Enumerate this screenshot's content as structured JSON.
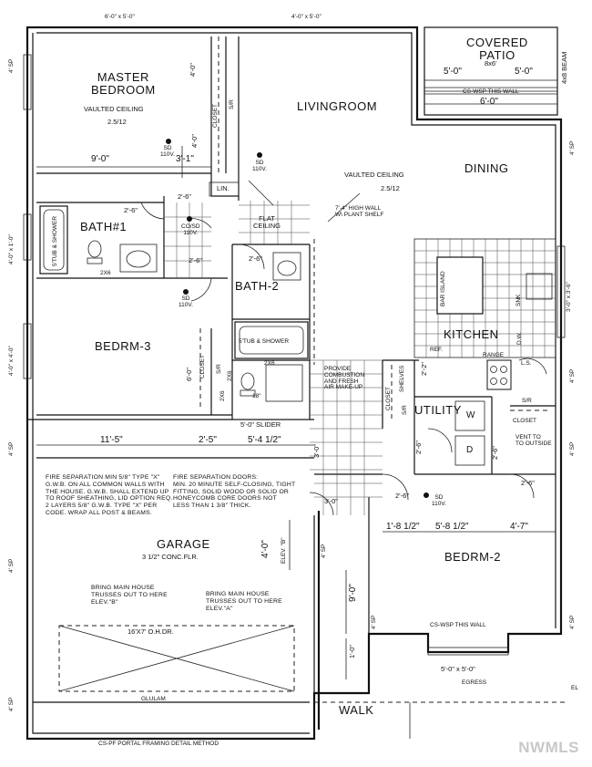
{
  "rooms": {
    "master": "MASTER\nBEDROOM",
    "living": "LIVINGROOM",
    "dining": "DINING",
    "covered_patio": "COVERED\nPATIO",
    "bath1": "BATH#1",
    "bath2": "BATH-2",
    "bedrm3": "BEDRM-3",
    "kitchen": "KITCHEN",
    "utility": "UTILITY",
    "garage": "GARAGE",
    "bedrm2": "BEDRM-2",
    "walk": "WALK"
  },
  "labels": {
    "master_ceiling": "VAULTED CEILING",
    "master_pitch": "2.5/12",
    "living_ceiling": "VAULTED CEILING",
    "living_pitch": "2.5/12",
    "flat_ceiling": "FLAT\nCEILING",
    "plant_shelf": "7'-4\" HIGH WALL\nW\\ PLANT SHELF",
    "closet_master": "CLOSET",
    "sr_master": "S/R",
    "lin": "LIN.",
    "co_sd": "CO/SD\n110V.",
    "tub_shower_1": "5'TUB & SHOWER",
    "tub_shower_2": "5'TUB & SHOWER",
    "twox6_a": "2X6",
    "twox6_b": "2X6",
    "twox6_c": "2X6",
    "twox6_d": "2X6",
    "bar_island": "BAR   ISLAND",
    "snk": "SNK",
    "dw": "D.W.",
    "ref": "REF.",
    "range": "RANGE",
    "ls": "L.S.",
    "shelves": "SHELVES",
    "closet_util": "CLOSET",
    "sr_util": "S/R",
    "closet_b3": "CLOSET",
    "sr_b3": "S/R",
    "sr_right": "S/R",
    "closet_right": "CLOSET",
    "vent": "VENT TO\nTO OUTSIDE",
    "provide": "PROVIDE\nCOMBUSTION\nAND FRESH\nAIR MAKE-UP",
    "slider": "5'-0\" SLIDER",
    "w_box": "W",
    "d_box": "D",
    "h18": "18\"",
    "sd_110_a": "SD\n110V.",
    "sd_110_b": "SD\n110V.",
    "sd_110_c": "SD\n110V.",
    "sd_110_d": "SD\n110V.",
    "garage_floor": "3 1/2\" CONC.FLR.",
    "ohdr": "16'X7' O.H.DR.",
    "glulam": "GLULAM",
    "cs_wsp_patio": "CS-WSP THIS WALL",
    "cs_wsp_bedrm2": "CS-WSP THIS WALL",
    "portal": "CS-PF PORTAL FRAMING DETAIL METHOD",
    "egress_size": "5'-0\" x 5'-0\"",
    "egress": "EGRESS",
    "patio_beam": "8x6'",
    "beam_4x8": "4x8 BEAM",
    "elev_b": "ELEV. \"B\"",
    "el": "EL"
  },
  "notes": {
    "fire_sep_1": "FIRE SEPARATION MIN 5/8\" TYPE \"X\"\nG.W.B. ON ALL COMMON WALLS WITH\nTHE HOUSE. G.W.B. SHALL EXTEND UP\nTO ROOF SHEATHING, LID OPTION REQ.\n2 LAYERS 5/8\" G.W.B. TYPE \"X\" PER\nCODE. WRAP ALL POST & BEAMS.",
    "fire_sep_2": "FIRE SEPARATION DOORS:\nMIN. 20 MINUTE SELF-CLOSING, TIGHT\nFITTING, SOLID WOOD OR SOLID OR\nHONEYCOMB CORE DOORS NOT\nLESS THAN 1 3/8\" THICK.",
    "trusses_b": "BRING MAIN HOUSE\nTRUSSES OUT TO HERE\nELEV.\"B\"",
    "trusses_a": "BRING MAIN HOUSE\nTRUSSES OUT TO HERE\nELEV.\"A\""
  },
  "dimensions": {
    "master_w": "9'-0\"",
    "master_closet": "3'-1\"",
    "master_4a": "4'-0\"",
    "master_4b": "4'-0\"",
    "bath1_door": "2'-6\"",
    "lin_door": "2'-6\"",
    "hall_door": "2'-6\"",
    "bath2_door": "2'-6\"",
    "b3_door": "2'-6\"",
    "b2_door": "2'-6\"",
    "patio_l": "5'-0\"",
    "patio_r": "5'-0\"",
    "patio_bot": "6'-0\"",
    "garage_w": "11'-5\"",
    "garage_mid": "2'-5\"",
    "garage_r": "5'-4 1/2\"",
    "garage_door": "3'-0\"",
    "hall_30": "3'-0\"",
    "elev_4": "4'-0\"",
    "v_9": "9'-0\"",
    "v_1": "1'-0\"",
    "b2_a": "1'-8 1/2\"",
    "b2_b": "5'-8 1/2\"",
    "b2_c": "4'-7\"",
    "closet_6": "6'-0\"",
    "util_2": "2'-6\"",
    "util_3": "2'-6\"",
    "kitchen_2": "2'-2\"",
    "right_3": "3'-0\" x 3'-6\"",
    "left_4sp_a": "4' SP",
    "left_4_0": "4'-0\" x 1'-0\"",
    "left_4_0b": "4'-0\" x 4'-0\"",
    "left_4sp_b": "4' SP",
    "left_4sp_c": "4' SP",
    "left_4sp_d": "4' SP",
    "right_4sp_a": "4' SP",
    "right_4sp_b": "4' SP",
    "right_4sp_c": "4' SP",
    "right_4sp_d": "4' SP",
    "mid_4sp_a": "4' SP",
    "mid_4sp_b": "4' SP",
    "top_a": "6'-0\" x 5'-0\"",
    "top_b": "4'-0\" x 5'-0\""
  },
  "watermark": "NWMLS"
}
